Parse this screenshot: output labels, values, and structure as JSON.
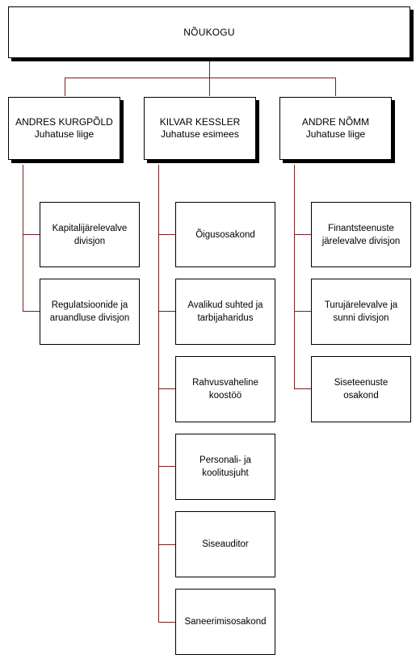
{
  "board": {
    "name": "NÕUKOGU"
  },
  "executives": [
    {
      "name": "ANDRES KURGPÕLD",
      "role": "Juhatuse liige",
      "units": [
        "Kapitalijärelevalve divisjon",
        "Regulatsioonide ja aruandluse divisjon"
      ]
    },
    {
      "name": "KILVAR KESSLER",
      "role": "Juhatuse esimees",
      "units": [
        "Õigusosakond",
        "Avalikud suhted ja tarbijaharidus",
        "Rahvusvaheline koostöö",
        "Personali- ja koolitusjuht",
        "Siseauditor",
        "Saneerimisosakond"
      ]
    },
    {
      "name": "ANDRE NÕMM",
      "role": "Juhatuse liige",
      "units": [
        "Finantsteenuste järelevalve divisjon",
        "Turujärelevalve ja sunni divisjon",
        "Siseteenuste osakond"
      ]
    }
  ]
}
